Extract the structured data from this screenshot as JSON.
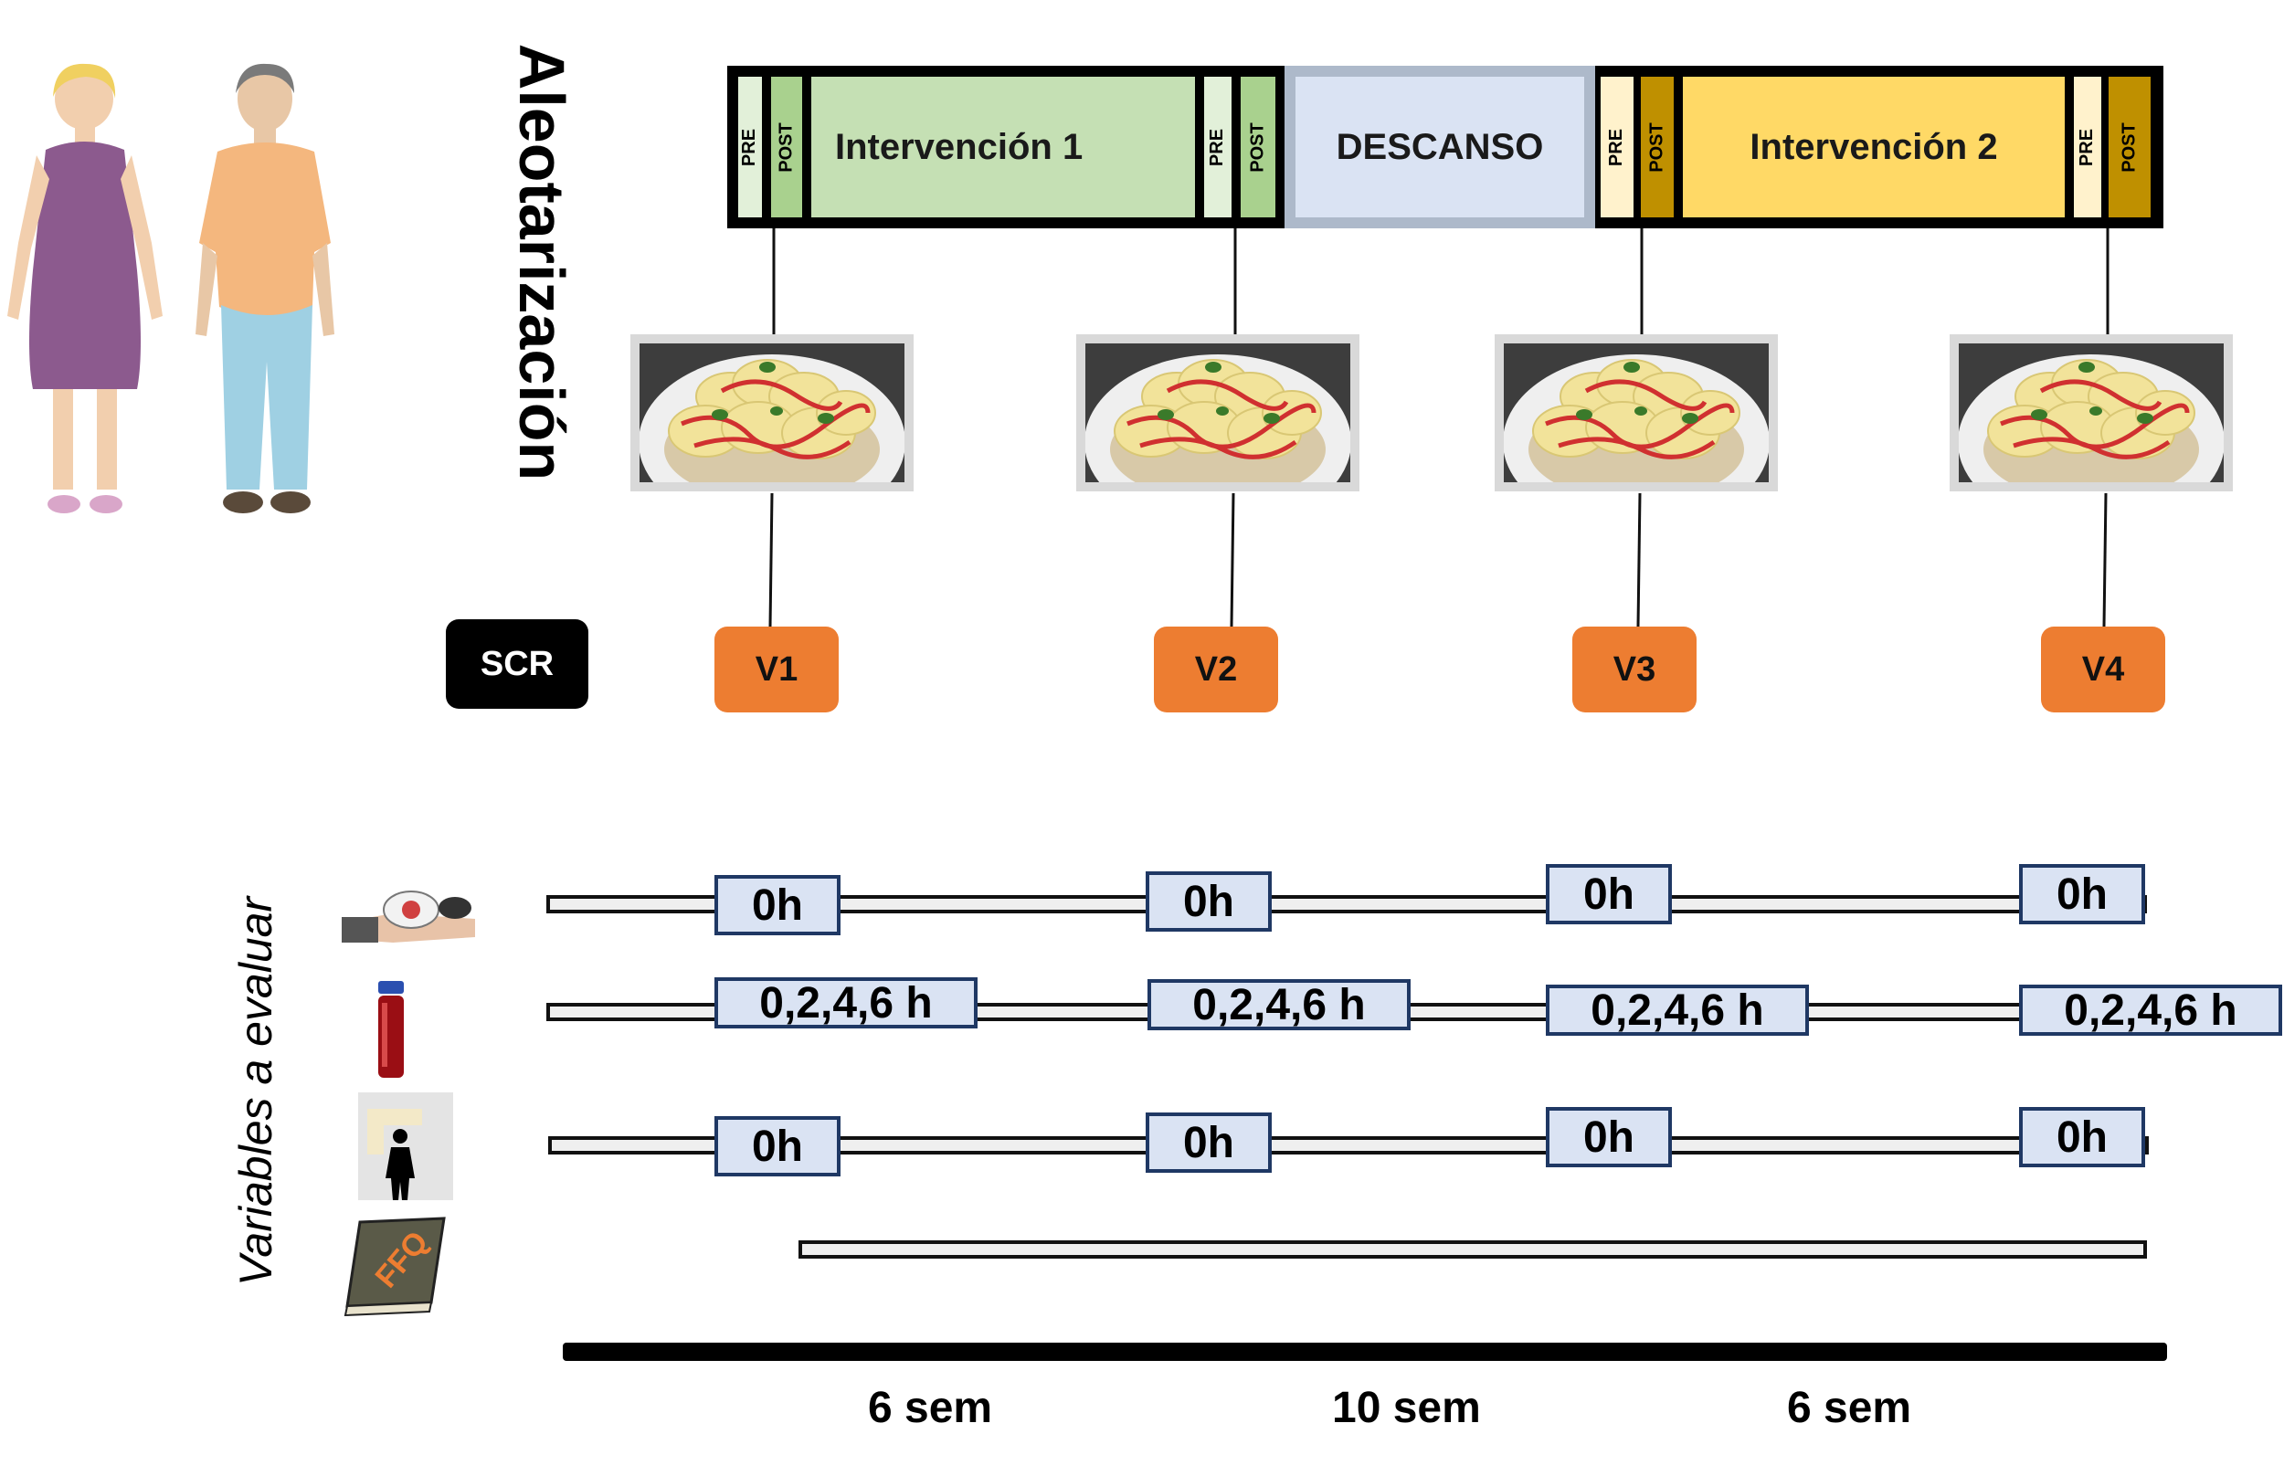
{
  "title": "Aleotarización",
  "timeline": {
    "pre": "PRE",
    "post": "POST",
    "intervention1": "Intervención 1",
    "washout": "DESCANSO",
    "intervention2": "Intervención 2",
    "colors": {
      "green_light": "#e2f0d9",
      "green": "#a9d18e",
      "green_fill": "#c5e0b4",
      "washout": "#dae3f3",
      "washout_border": "#adb9ca",
      "yellow_light": "#fff2cc",
      "gold": "#bf9000",
      "yellow_fill": "#ffd966"
    }
  },
  "screening": "SCR",
  "visits": [
    "V1",
    "V2",
    "V3",
    "V4"
  ],
  "variables_label": "Variables a evaluar",
  "rows": {
    "blood_pressure": [
      "0h",
      "0h",
      "0h",
      "0h"
    ],
    "blood_sample": [
      "0,2,4,6 h",
      "0,2,4,6 h",
      "0,2,4,6 h",
      "0,2,4,6 h"
    ],
    "body_composition": [
      "0h",
      "0h",
      "0h",
      "0h"
    ],
    "ffq_label": "FFQ"
  },
  "durations": [
    "6 sem",
    "10 sem",
    "6 sem"
  ],
  "icons": {
    "woman": "woman-figure-icon",
    "man": "man-figure-icon",
    "food": "pasta-dish-icon",
    "blood_pressure": "blood-pressure-cuff-icon",
    "blood": "blood-tube-icon",
    "body_scan": "body-scan-icon",
    "ffq": "ffq-book-icon"
  },
  "colors": {
    "visit": "#ed7d31",
    "time_box": "#dae3f3",
    "time_box_border": "#1f3864"
  }
}
